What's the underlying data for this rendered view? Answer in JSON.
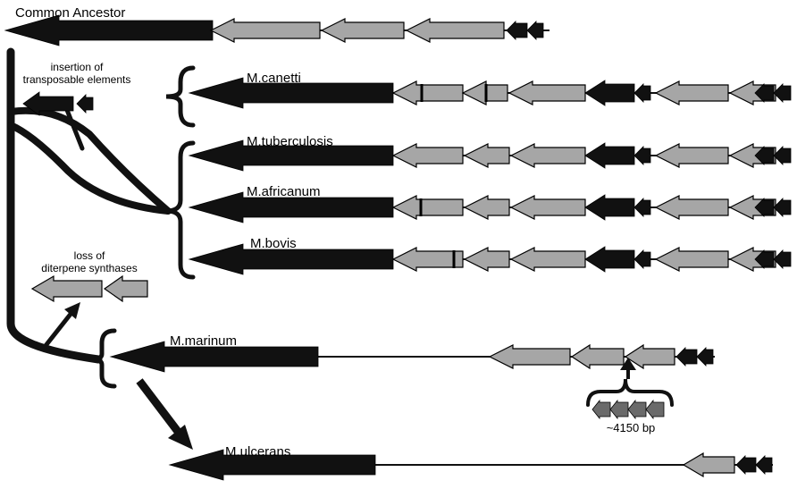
{
  "colors": {
    "black_gene": "#111111",
    "grey_gene": "#a6a6a6",
    "outline": "#000000",
    "small_grey": "#6a6a6a"
  },
  "labels": {
    "ancestor": "Common Ancestor",
    "canetti": "M.canetti",
    "tuberculosis": "M.tuberculosis",
    "africanum": "M.africanum",
    "bovis": "M.bovis",
    "marinum": "M.marinum",
    "ulcerans": "M.ulcerans"
  },
  "annotations": {
    "insertion_line1": "insertion of",
    "insertion_line2": "transposable elements",
    "loss_line1": "loss of",
    "loss_line2": "diterpene synthases",
    "size": "~4150 bp"
  }
}
